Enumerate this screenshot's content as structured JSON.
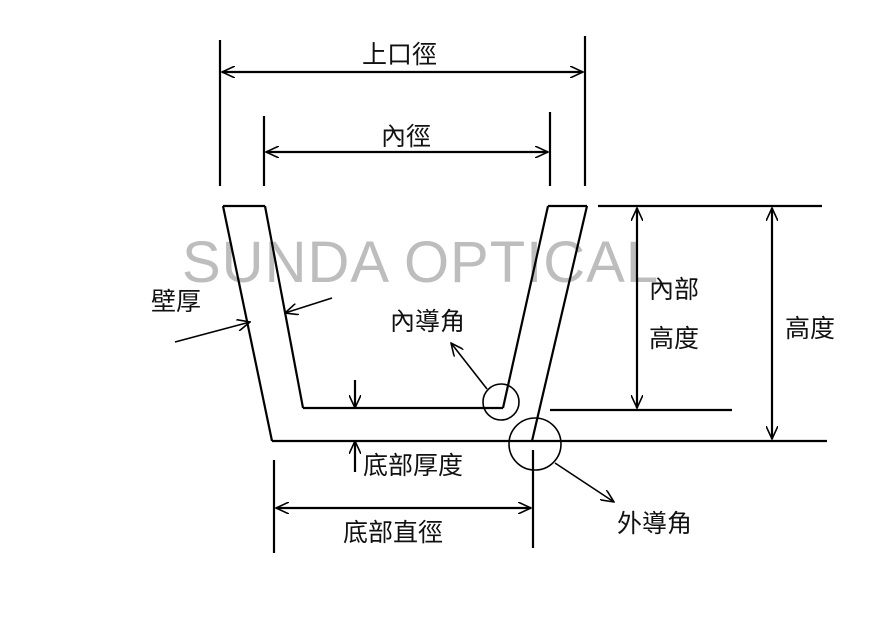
{
  "watermark": "SUNDA OPTICAL",
  "labels": {
    "top_diameter": "上口徑",
    "inner_diameter": "內徑",
    "wall_thickness": "壁厚",
    "inner_fillet": "內導角",
    "inner_height_line1": "內部",
    "inner_height_line2": "高度",
    "height": "高度",
    "bottom_thickness": "底部厚度",
    "bottom_diameter": "底部直徑",
    "outer_fillet": "外導角"
  }
}
